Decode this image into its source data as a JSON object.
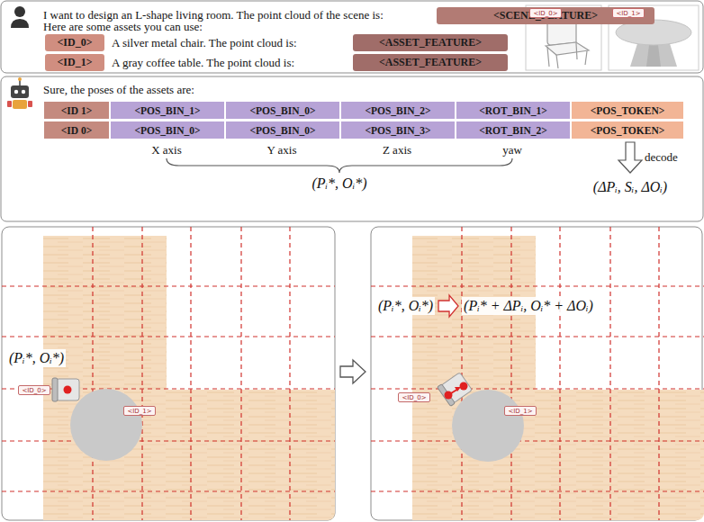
{
  "diagram": {
    "nodes": [
      {
        "text": [
          "<SCENE_FEATURE>"
        ]
      },
      {
        "text": [
          "<ID_0>"
        ]
      },
      {
        "text": [
          "<ASSET_FEATURE>"
        ]
      },
      {
        "text": [
          "<ID_1>"
        ]
      },
      {
        "text": [
          "<ASSET_FEATURE>"
        ]
      },
      {
        "text": [
          "<ID_0>"
        ]
      },
      {
        "text": [
          "<ID_1>"
        ]
      },
      {
        "text": [
          "<ID 1>"
        ]
      },
      {
        "text": [
          "<POS_BIN_1>"
        ]
      },
      {
        "text": [
          "<POS_BIN_0>"
        ]
      },
      {
        "text": [
          "<POS_BIN_2>"
        ]
      },
      {
        "text": [
          "<ROT_BIN_1>"
        ]
      },
      {
        "text": [
          "<POS_TOKEN>"
        ]
      },
      {
        "text": [
          "<ID 0>"
        ]
      },
      {
        "text": [
          "<POS_BIN_0>"
        ]
      },
      {
        "text": [
          "<POS_BIN_0>"
        ]
      },
      {
        "text": [
          "<POS_BIN_3>"
        ]
      },
      {
        "text": [
          "<ROT_BIN_2>"
        ]
      },
      {
        "text": [
          "<POS_TOKEN>"
        ]
      },
      {
        "text": [
          "<ID_0>"
        ]
      },
      {
        "text": [
          "<ID_1>"
        ]
      },
      {
        "text": [
          "<ID_0>"
        ]
      },
      {
        "text": [
          "<ID_1>"
        ]
      }
    ],
    "labels": [
      "I want to design an L-shape living room. The point cloud of the scene is:",
      "Here are some assets you can use:",
      "A silver metal chair. The point cloud is:",
      "A gray coffee table. The point cloud is:",
      "Sure, the poses of the assets are:",
      "X axis",
      "Y axis",
      "Z axis",
      "yaw",
      "(Pᵢ*, Oᵢ*)",
      "decode",
      "(ΔPᵢ, Sᵢ, ΔOᵢ)",
      "(Pᵢ*, Oᵢ*)",
      "(Pᵢ*, Oᵢ*)",
      "(Pᵢ* + ΔPᵢ, Oᵢ* + ΔOᵢ)"
    ]
  }
}
